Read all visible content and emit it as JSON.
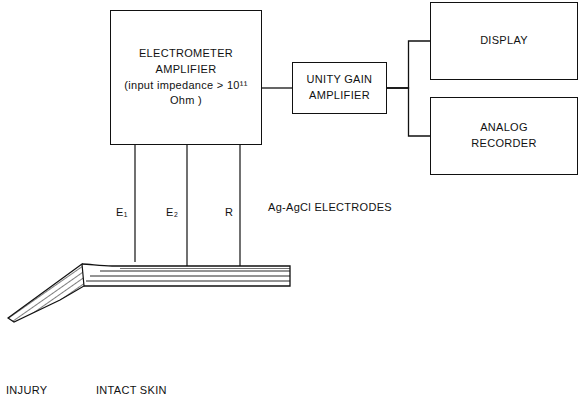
{
  "diagram": {
    "nodes": [
      {
        "text": [
          "ELECTROMETER AMPLIFIER",
          "(input impedance > 10¹¹ Ohm )"
        ]
      },
      {
        "text": [
          "UNITY GAIN AMPLIFIER"
        ]
      },
      {
        "text": [
          "DISPLAY"
        ]
      },
      {
        "text": [
          "ANALOG RECORDER"
        ]
      }
    ],
    "edges": [
      {
        "from": 0,
        "to": 1,
        "arrow": "none"
      },
      {
        "from": 1,
        "to": 2,
        "arrow": "none"
      },
      {
        "from": 1,
        "to": 3,
        "arrow": "none"
      }
    ],
    "labels": [
      "E₁",
      "E₂",
      "R",
      "Ag-AgCl ELECTRODES",
      "INJURY",
      "INTACT SKIN"
    ]
  }
}
